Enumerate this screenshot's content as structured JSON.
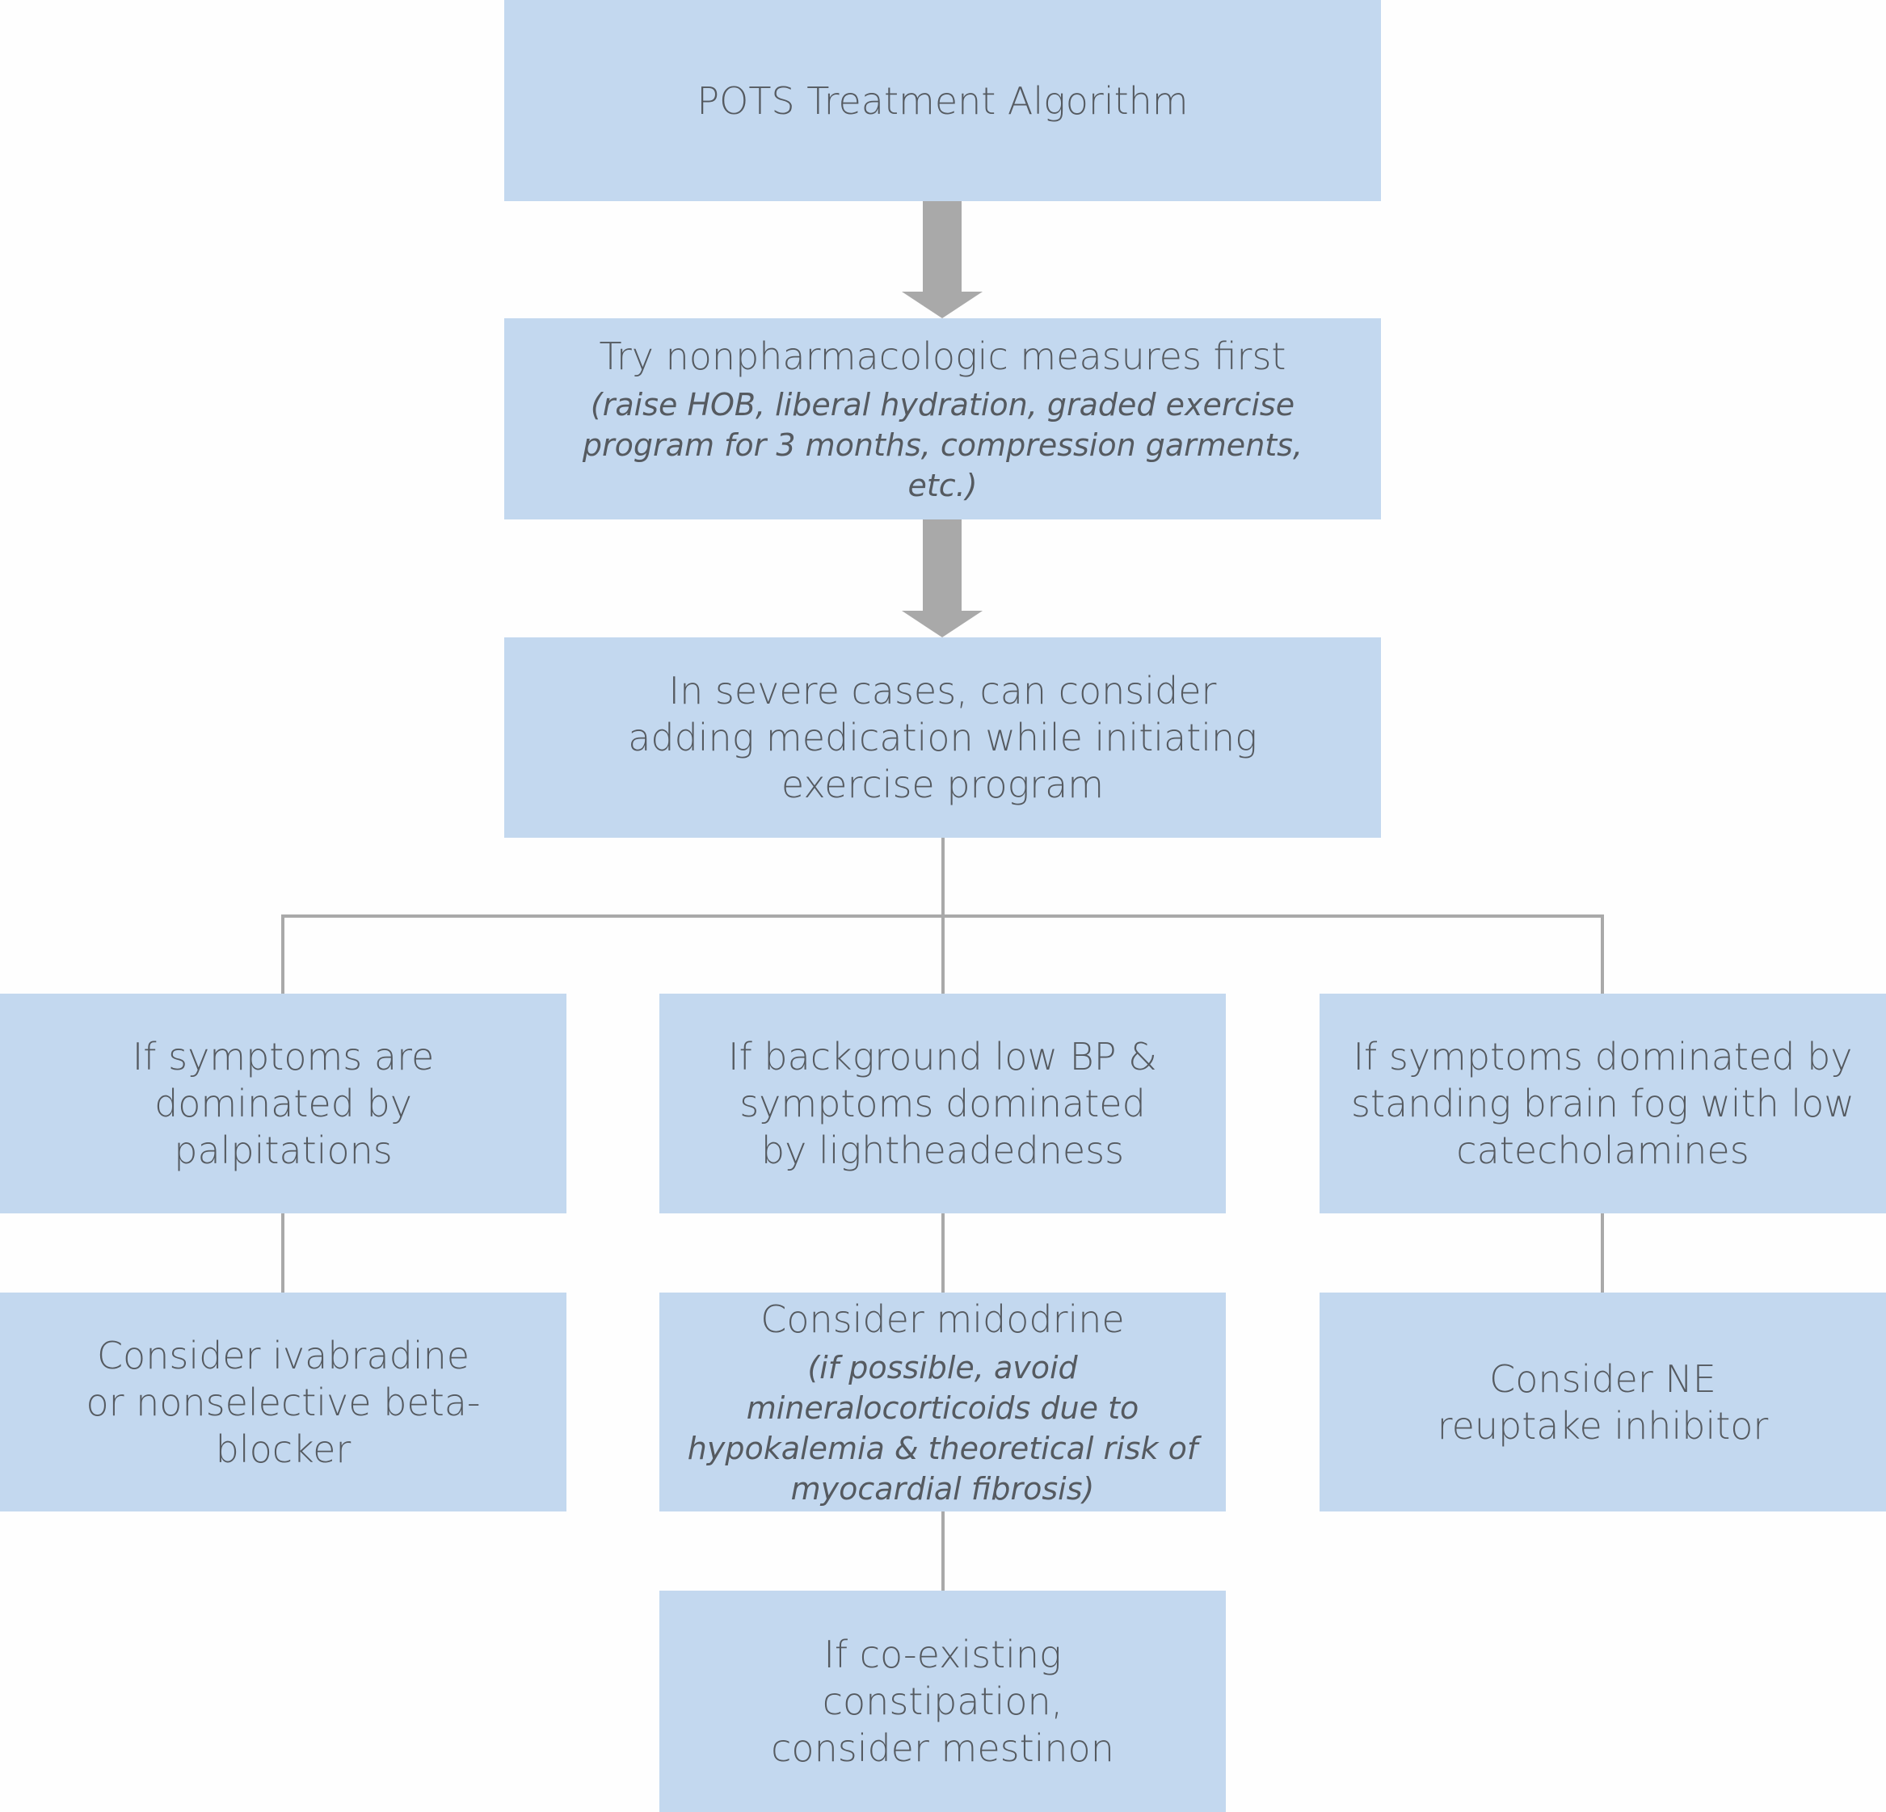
{
  "title": "POTS Treatment Algorithm",
  "colors": {
    "box": "#c3d8ef",
    "connector": "#a9a9a9",
    "text": "#555a60"
  },
  "steps": [
    {
      "main": "Try nonpharmacologic measures first",
      "note": "(raise HOB, liberal hydration, graded exercise program for 3 months, compression garments, etc.)"
    },
    {
      "main": "In severe cases, can consider adding medication while initiating exercise program"
    }
  ],
  "branches": [
    {
      "condition": "If symptoms are dominated by palpitations",
      "action": "Consider ivabradine or nonselective beta-blocker"
    },
    {
      "condition": "If background low BP & symptoms dominated by lightheadedness",
      "action": "Consider midodrine",
      "action_note": "(if possible, avoid mineralocorticoids due to hypokalemia & theoretical risk of myocardial fibrosis)",
      "followup": "If co-existing constipation, consider mestinon"
    },
    {
      "condition": "If symptoms dominated by standing brain fog with low catecholamines",
      "action": "Consider NE reuptake inhibitor"
    }
  ]
}
